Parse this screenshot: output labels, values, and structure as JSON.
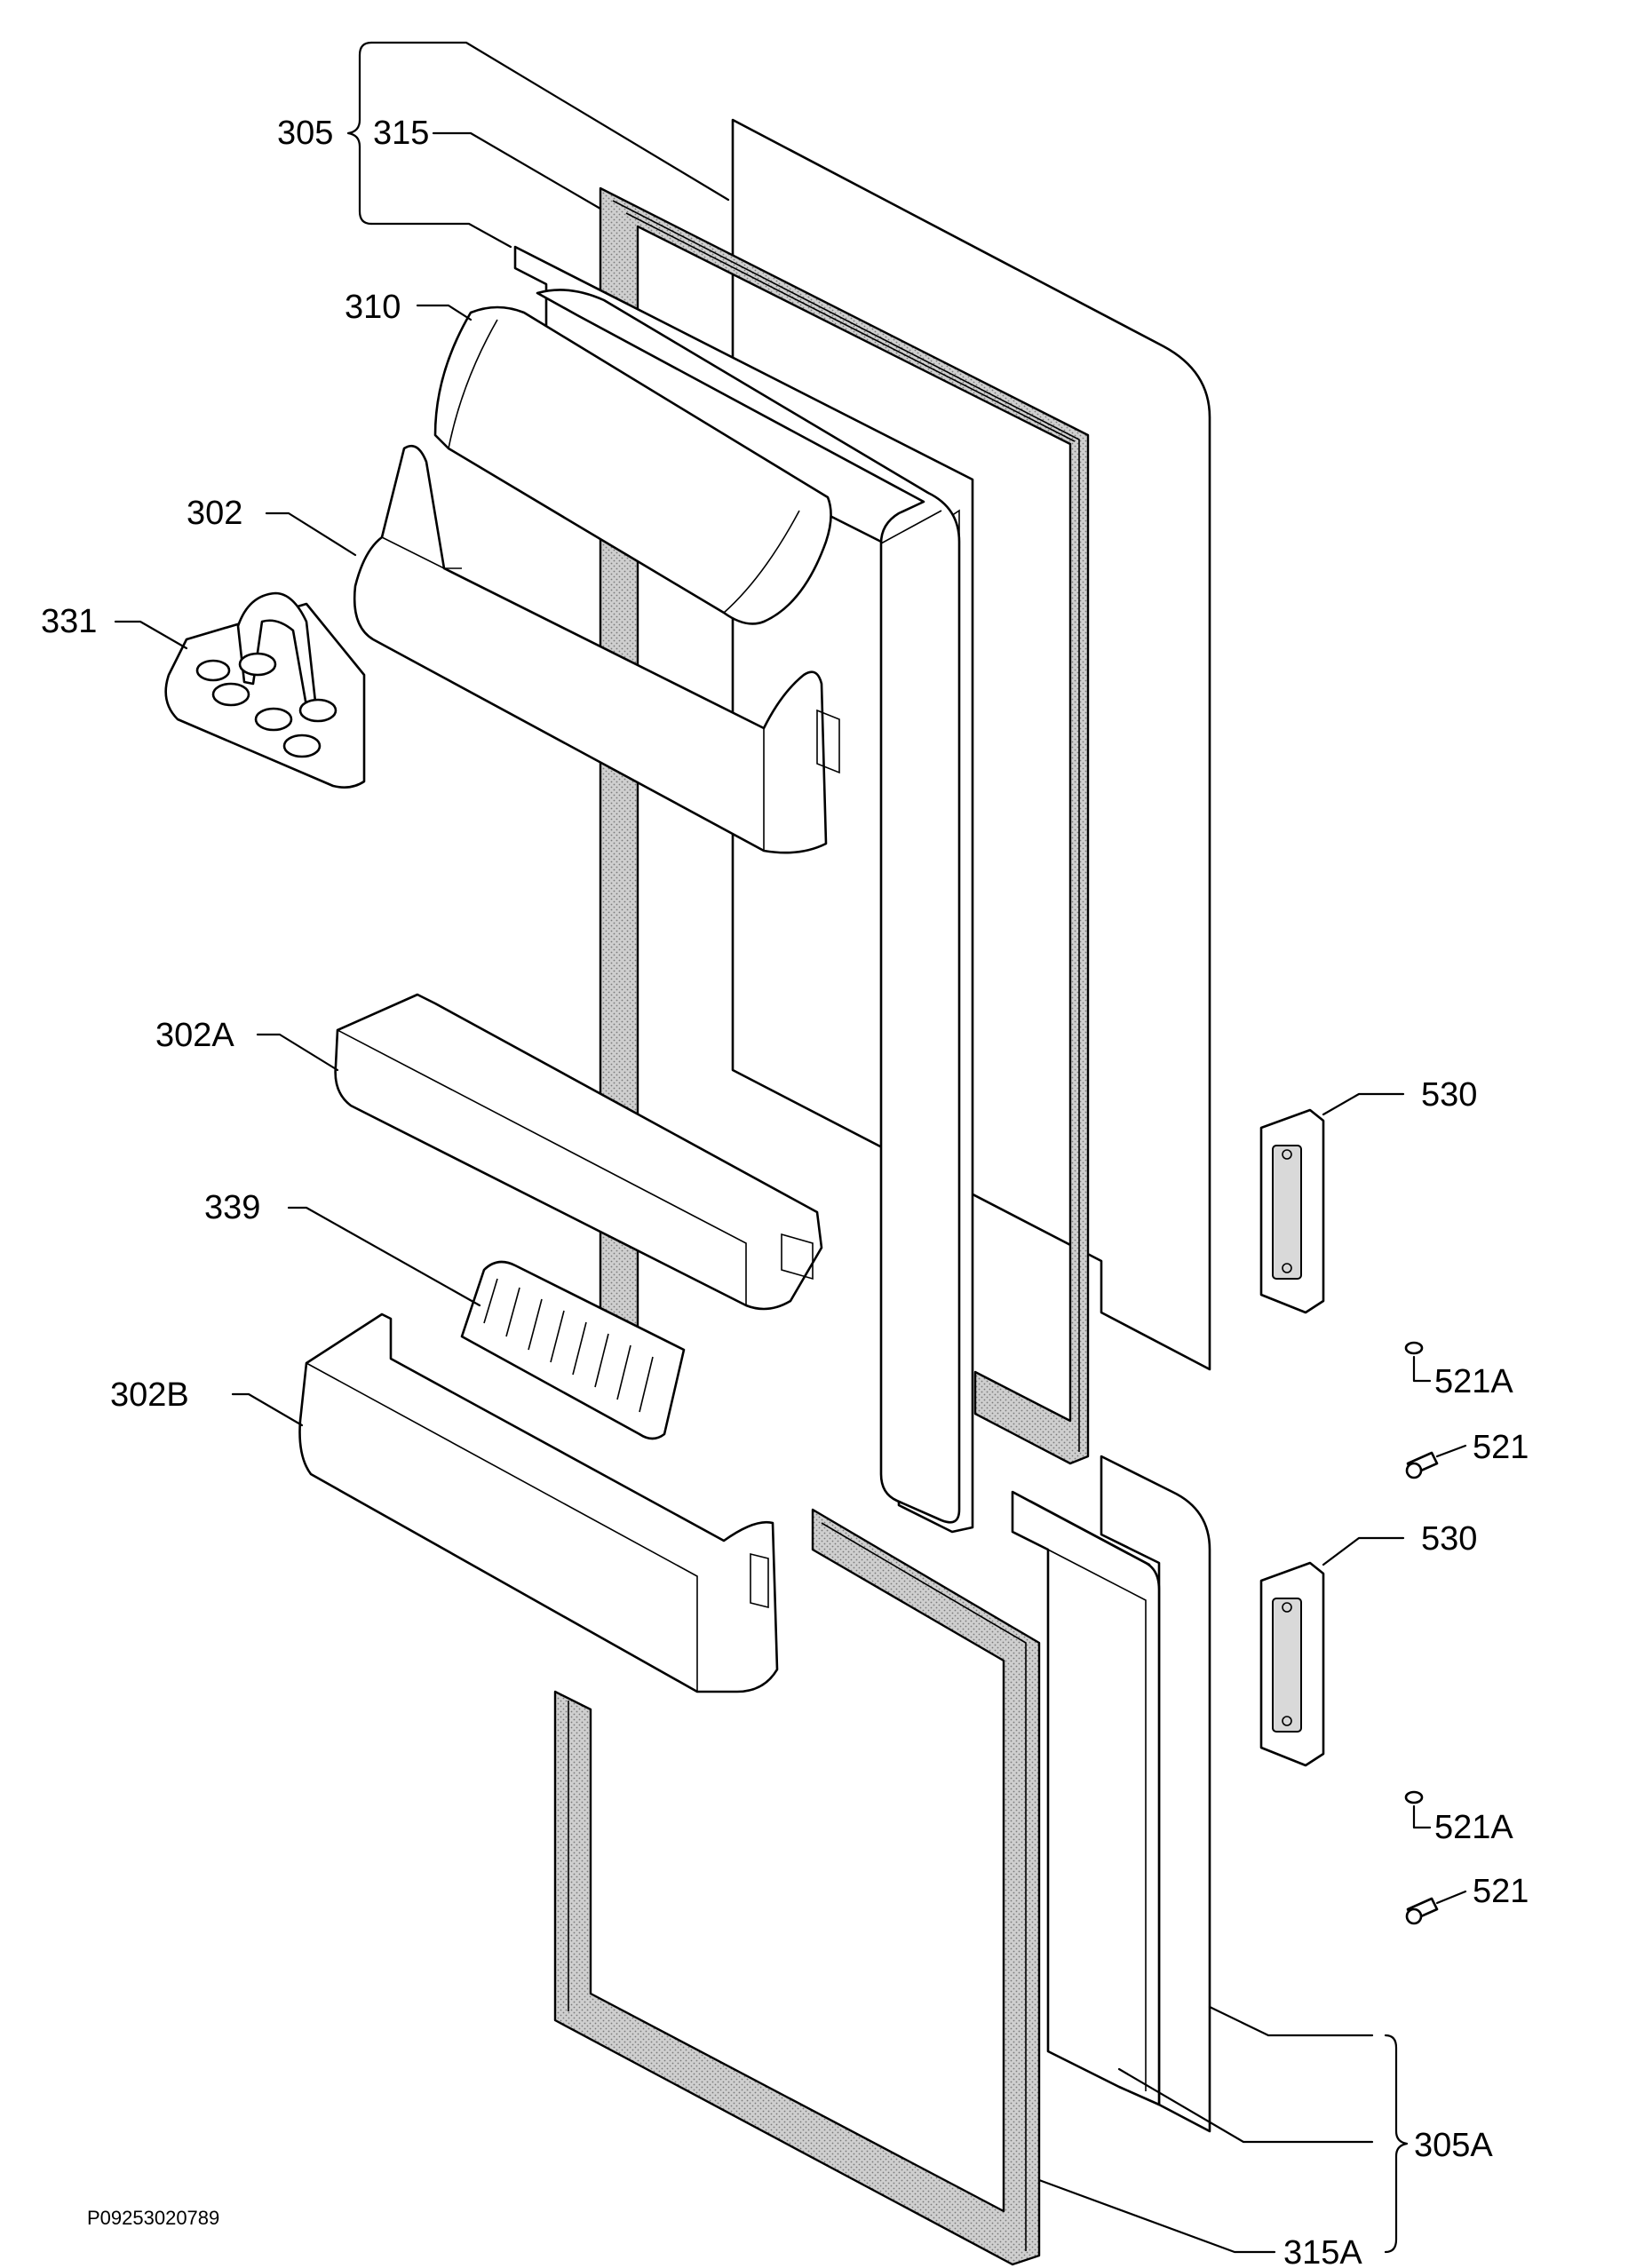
{
  "diagram": {
    "document_id": "P09253020789",
    "callouts": [
      {
        "id": "305",
        "label": "305"
      },
      {
        "id": "315",
        "label": "315"
      },
      {
        "id": "310",
        "label": "310"
      },
      {
        "id": "302",
        "label": "302"
      },
      {
        "id": "331",
        "label": "331"
      },
      {
        "id": "302A",
        "label": "302A"
      },
      {
        "id": "339",
        "label": "339"
      },
      {
        "id": "302B",
        "label": "302B"
      },
      {
        "id": "530-upper",
        "label": "530"
      },
      {
        "id": "521A-upper",
        "label": "521A"
      },
      {
        "id": "521-upper",
        "label": "521"
      },
      {
        "id": "530-lower",
        "label": "530"
      },
      {
        "id": "521A-lower",
        "label": "521A"
      },
      {
        "id": "521-lower",
        "label": "521"
      },
      {
        "id": "305A",
        "label": "305A"
      },
      {
        "id": "315A",
        "label": "315A"
      }
    ]
  }
}
